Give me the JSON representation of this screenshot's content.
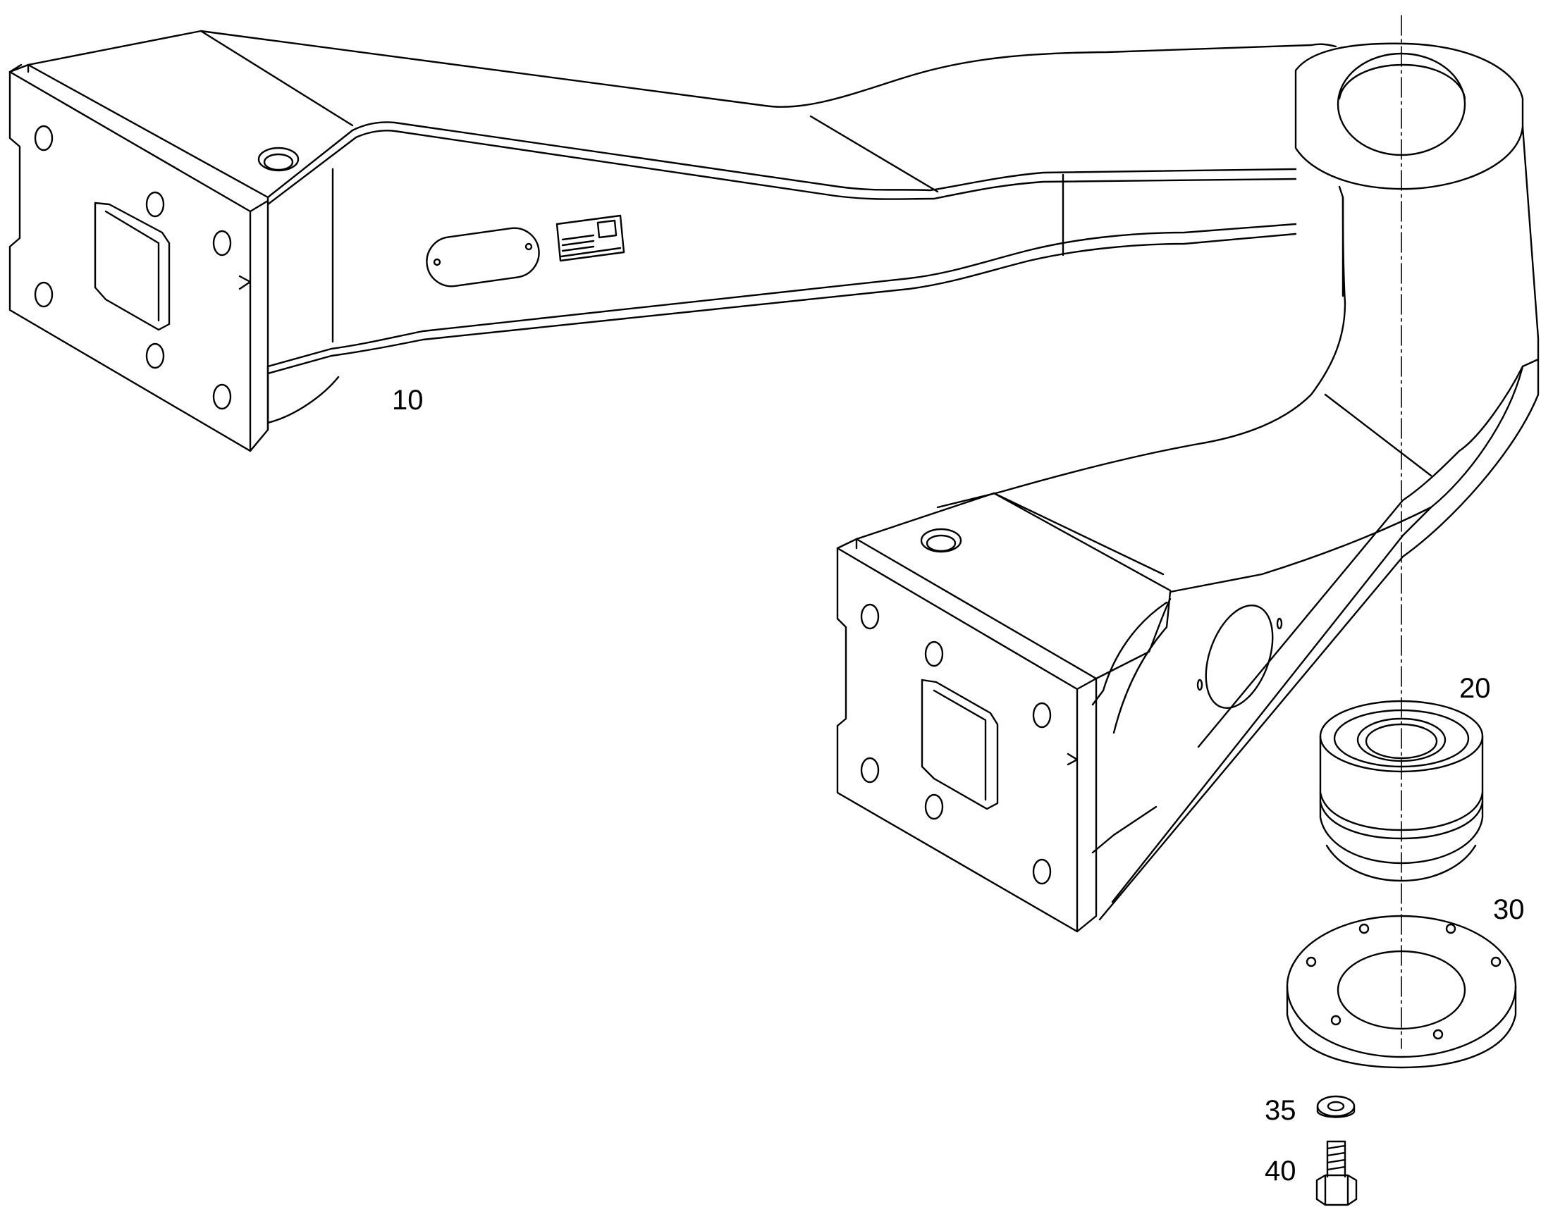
{
  "callouts": [
    {
      "id": "10",
      "label": "10"
    },
    {
      "id": "20",
      "label": "20"
    },
    {
      "id": "30",
      "label": "30"
    },
    {
      "id": "35",
      "label": "35"
    },
    {
      "id": "40",
      "label": "40"
    }
  ],
  "colors": {
    "line": "#000000",
    "background": "#ffffff"
  }
}
